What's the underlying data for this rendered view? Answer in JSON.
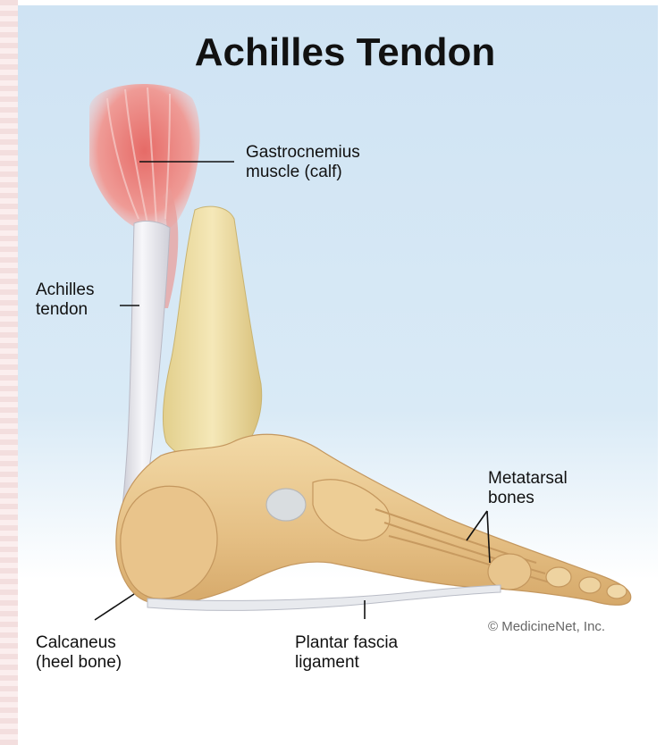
{
  "title": "Achilles Tendon",
  "labels": {
    "gastrocnemius": [
      "Gastrocnemius",
      "muscle (calf)"
    ],
    "achilles": [
      "Achilles",
      "tendon"
    ],
    "metatarsal": [
      "Metatarsal",
      "bones"
    ],
    "calcaneus": [
      "Calcaneus",
      "(heel bone)"
    ],
    "plantar": [
      "Plantar fascia",
      "ligament"
    ]
  },
  "credit": "© MedicineNet, Inc.",
  "colors": {
    "muscle": "#e8847f",
    "tendon": "#eeeef2",
    "bone": "#e7c48a",
    "tibia": "#eedca0",
    "background": "#d6e8f5"
  }
}
